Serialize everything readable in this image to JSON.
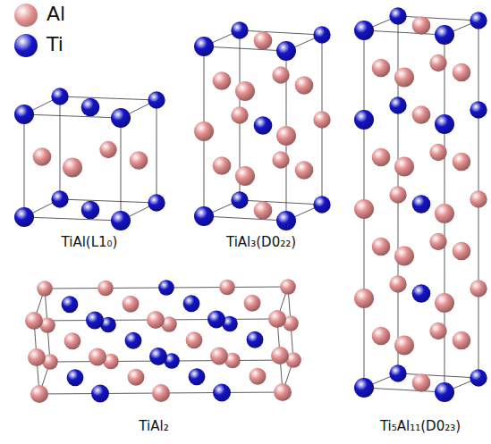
{
  "diagram": {
    "labels": [
      "TiAl(L1₀)",
      "TiAl₃(D0₂₂)",
      "TiAl₂",
      "Ti₅Al₁₁(D0₂₃)"
    ],
    "legend": [
      {
        "text": "Al",
        "color": "#e58f8f"
      },
      {
        "text": "Ti",
        "color": "#1414c8"
      }
    ]
  }
}
